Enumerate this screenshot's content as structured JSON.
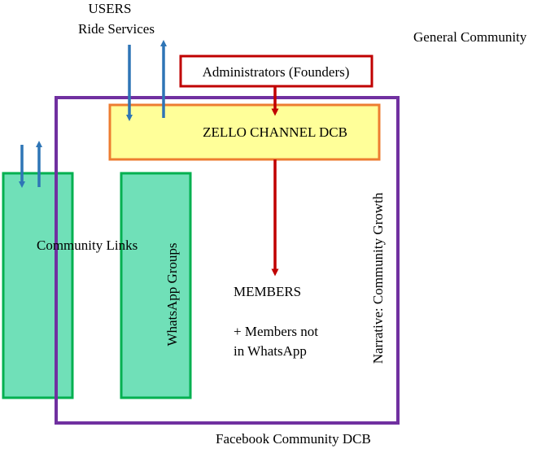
{
  "labels": {
    "users": "USERS",
    "ride_services": "Ride Services",
    "general_community": "General Community",
    "administrators": "Administrators (Founders)",
    "zello_channel": "ZELLO CHANNEL DCB",
    "community_links": "Community  Links",
    "whatsapp_groups": "WhatsApp Groups",
    "members": "MEMBERS",
    "members_not_line1": "+ Members not",
    "members_not_line2": "in WhatsApp",
    "narrative": "Narrative:  Community Growth",
    "facebook_community": "Facebook Community DCB"
  },
  "colors": {
    "facebook_box_border": "#7030a0",
    "admin_box_border": "#c00000",
    "zello_box_fill": "#ffff99",
    "zello_box_border": "#ed7d31",
    "green_box_fill": "#70e0b8",
    "green_box_border": "#00b050",
    "blue_arrow": "#2e75b6",
    "red_arrow": "#c00000"
  }
}
